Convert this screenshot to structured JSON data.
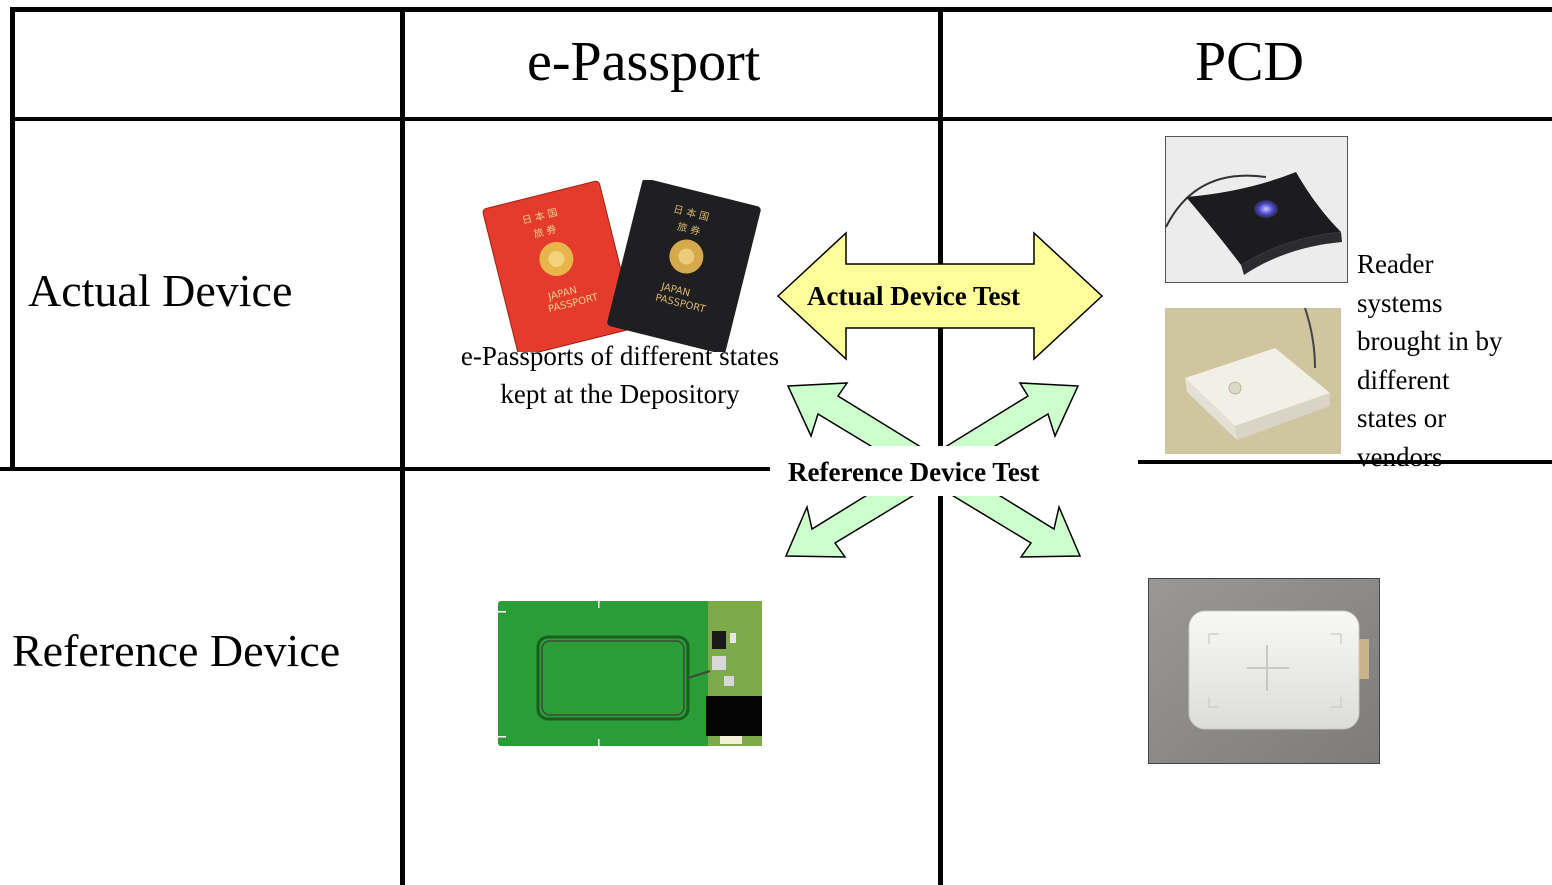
{
  "table": {
    "headers": [
      "e-Passport",
      "PCD"
    ],
    "rows": [
      "Actual Device",
      "Reference Device"
    ]
  },
  "captions": {
    "epassport_actual": [
      "e-Passports of different states",
      "kept at the Depository"
    ],
    "pcd_actual": [
      "Reader",
      "systems",
      "brought in by",
      "different",
      "states or",
      "vendors"
    ]
  },
  "arrows": {
    "actual_test": "Actual Device Test",
    "reference_test": "Reference Device Test"
  },
  "colors": {
    "actual_arrow_fill": "#ffff99",
    "reference_arrow_fill": "#ccffcc",
    "passport_red": "#e53b2c",
    "passport_dark": "#1f1f22",
    "pcb_green": "#2a9d36"
  }
}
